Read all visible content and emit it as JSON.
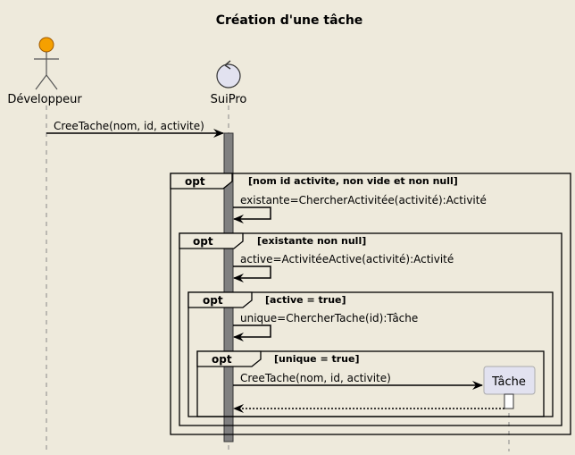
{
  "title": "Création d'une tâche",
  "participants": {
    "developer": {
      "label": "Développeur",
      "kind": "actor",
      "color": "#f5a000"
    },
    "suipro": {
      "label": "SuiPro",
      "kind": "control",
      "color": "#e2e2f0"
    },
    "tache": {
      "label": "Tâche",
      "kind": "participant",
      "color": "#e2e2f0"
    }
  },
  "messages": {
    "m1": "CreeTache(nom, id, activite)",
    "m2": "existante=ChercherActivitée(activité):Activité",
    "m3": "active=ActivitéeActive(activité):Activité",
    "m4": "unique=ChercherTache(id):Tâche",
    "m5": "CreeTache(nom, id, activite)"
  },
  "fragments": {
    "f1": {
      "keyword": "opt",
      "guard": "[nom id activite, non vide et non null]"
    },
    "f2": {
      "keyword": "opt",
      "guard": "[existante non null]"
    },
    "f3": {
      "keyword": "opt",
      "guard": "[active = true]"
    },
    "f4": {
      "keyword": "opt",
      "guard": "[unique = true]"
    }
  },
  "colors": {
    "background": "#eeeadc",
    "activation": "#808080",
    "line": "#000000"
  }
}
